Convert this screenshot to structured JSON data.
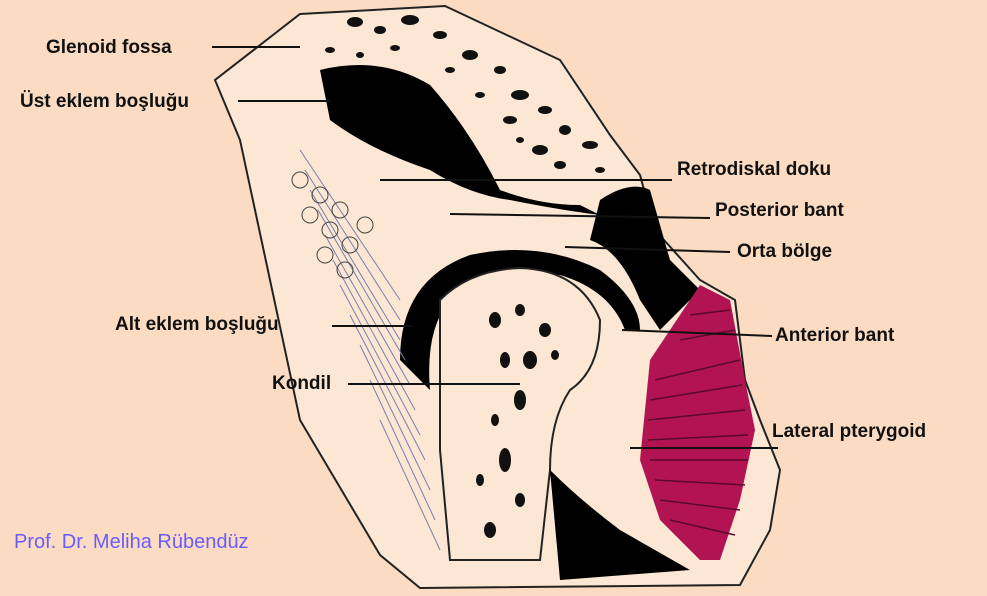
{
  "labels": {
    "glenoid_fossa": "Glenoid fossa",
    "ust_eklem": "Üst eklem boşluğu",
    "retrodiskal": "Retrodiskal doku",
    "posterior_bant": "Posterior bant",
    "orta_bolge": "Orta bölge",
    "alt_eklem": "Alt eklem boşluğu",
    "anterior_bant": "Anterior bant",
    "kondil": "Kondil",
    "lateral_pterygoid": "Lateral pterygoid"
  },
  "credit": "Prof. Dr. Meliha Rübendüz",
  "colors": {
    "background": "#fbdcc3",
    "bone": "#fbe7d3",
    "cavity": "#000000",
    "muscle": "#b21453",
    "credit": "#6a5cff"
  }
}
